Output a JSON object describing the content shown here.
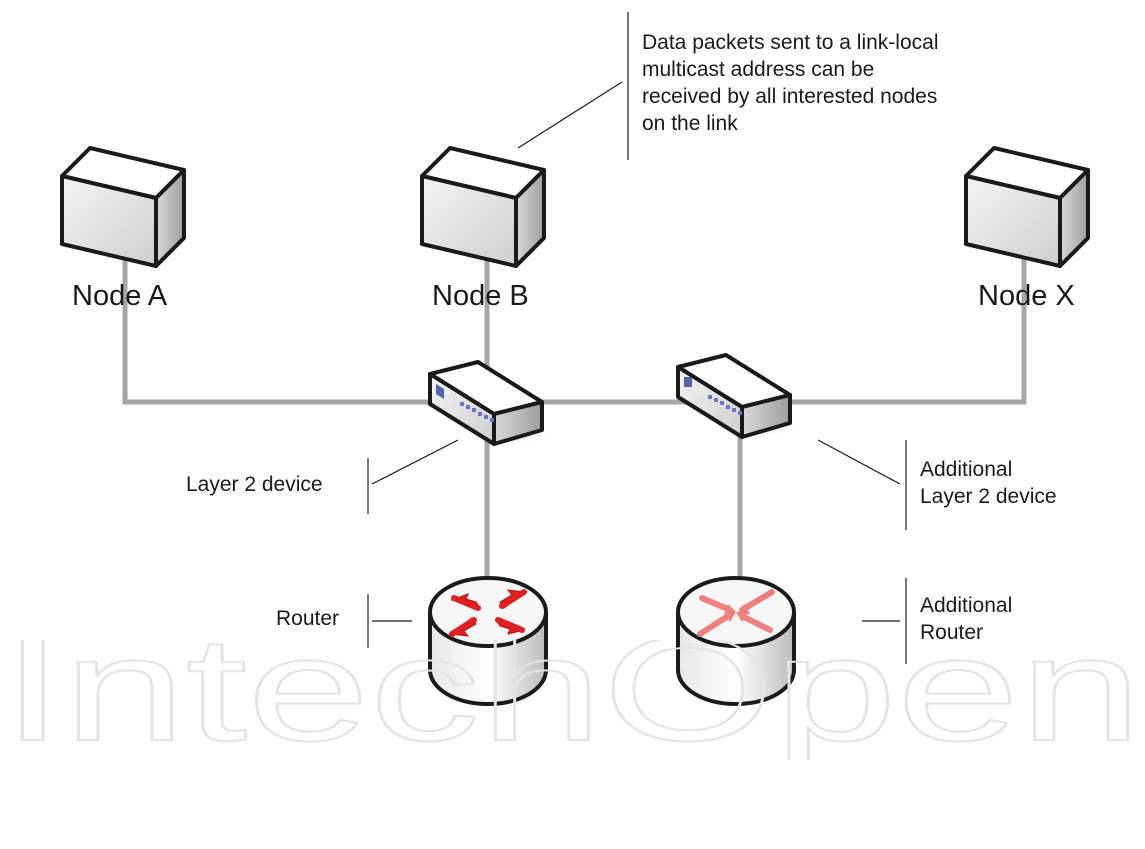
{
  "nodes": {
    "a": {
      "label": "Node A"
    },
    "b": {
      "label": "Node B"
    },
    "x": {
      "label": "Node X"
    }
  },
  "callouts": {
    "multicast": [
      "Data packets sent to a link-local",
      "multicast address can be",
      "received by all interested nodes",
      "on the link"
    ],
    "layer2": "Layer 2 device",
    "additional_layer2": [
      "Additional",
      "Layer 2 device"
    ],
    "router": "Router",
    "additional_router": [
      "Additional",
      "Router"
    ]
  },
  "watermark": "IntechOpen",
  "colors": {
    "link": "#a6a6a6",
    "router_arrow": "#e02020",
    "additional_router_arrow": "#f08080",
    "device_outline": "#1a1a1a"
  }
}
